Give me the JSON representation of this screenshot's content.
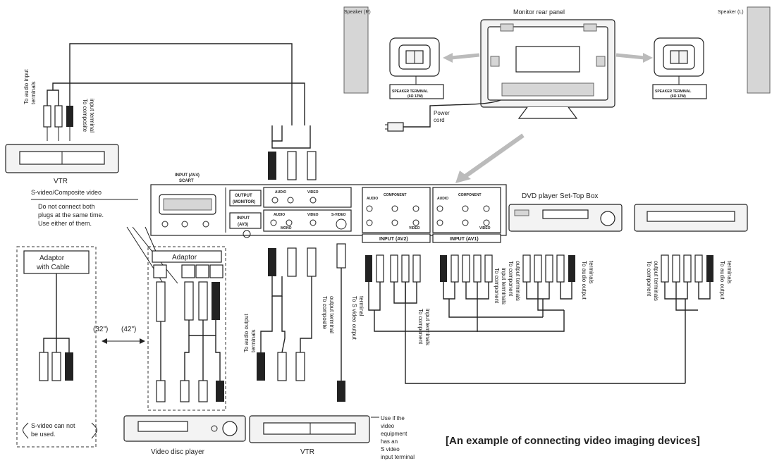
{
  "monitor_label": "Monitor rear panel",
  "speaker_right": "Speaker (R)",
  "speaker_left": "Speaker (L)",
  "speaker_terminal": "SPEAKER TERMINAL",
  "speaker_ohm": "(6Ω 12W)",
  "power_cord_1": "Power",
  "power_cord_2": "cord",
  "vtr_top": "VTR",
  "vtr_bottom": "VTR",
  "to_audio_input": [
    "To audio input",
    "terminals"
  ],
  "to_composite_input": [
    "To composite",
    "input terminal"
  ],
  "scart_1": "INPUT (AV4)",
  "scart_2": "SCART",
  "output_monitor_1": "OUTPUT",
  "output_monitor_2": "(MONITOR)",
  "input_av3_1": "INPUT",
  "input_av3_2": "(AV3)",
  "panel_audio": "AUDIO",
  "panel_video": "VIDEO",
  "panel_svideo": "S-VIDEO",
  "panel_component": "COMPONENT",
  "panel_mono": "MONO",
  "input_av2": "INPUT (AV2)",
  "input_av1": "INPUT (AV1)",
  "svideo_note": [
    "S-video/Composite video",
    "Do not connect both",
    "plugs at the same time.",
    "Use either of them."
  ],
  "adaptor_cable": [
    "Adaptor",
    "with Cable"
  ],
  "adaptor": "Adaptor",
  "size_32": "(32\")",
  "size_42": "(42\")",
  "svideo_cannot": [
    "S-video can not",
    "be used."
  ],
  "video_disc_player": "Video disc player",
  "dvd_stb": "DVD player Set-Top Box",
  "to_audio_output": [
    "To audio output",
    "terminals"
  ],
  "to_composite_output": [
    "To composite",
    "output terminal"
  ],
  "to_svideo_output": [
    "To S video output",
    "terminal"
  ],
  "use_if": [
    "Use if the",
    "video",
    "equipment",
    "has an",
    "S video",
    "input terminal"
  ],
  "to_component_input_a": [
    "To component",
    "input terminals"
  ],
  "to_component_input_b": [
    "To component",
    "input terminals"
  ],
  "to_component_output_a": [
    "To component",
    "output terminals"
  ],
  "to_audio_output_a": [
    "To audio output",
    "terminals"
  ],
  "to_component_output_b": [
    "To component",
    "output terminals"
  ],
  "to_audio_output_b": [
    "To audio output",
    "terminals"
  ],
  "caption": "[An example of connecting video imaging devices]"
}
